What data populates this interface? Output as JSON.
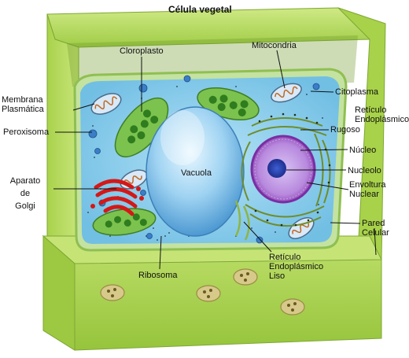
{
  "title": "Célula vegetal",
  "labels": {
    "membrana": [
      "Membrana",
      "Plasmática"
    ],
    "peroxisoma": "Peroxisoma",
    "golgi": [
      "Aparato",
      "de",
      "Golgi"
    ],
    "cloroplasto": "Cloroplasto",
    "mitocondria": "Mitocondria",
    "citoplasma": "Citoplasma",
    "rer": [
      "Retículo",
      "Endoplásmico",
      "Rugoso"
    ],
    "nucleo": "Núcleo",
    "nucleolo": "Nucleolo",
    "envoltura": [
      "Envoltura",
      "Nuclear"
    ],
    "pared": [
      "Pared",
      "Celular"
    ],
    "vacuola": "Vacuola",
    "ribosoma": "Ribosoma",
    "rel": [
      "Retículo",
      "Endoplásmico",
      "Liso"
    ]
  },
  "colors": {
    "wall": "#b5dc5a",
    "wall_dark": "#8dbb3a",
    "cytoplasm": "#8ed0ee",
    "vacuole": "#5aa9dd",
    "chloroplast": "#5aae3c",
    "golgi": "#e0201c",
    "nucleus": "#a84fc4"
  }
}
